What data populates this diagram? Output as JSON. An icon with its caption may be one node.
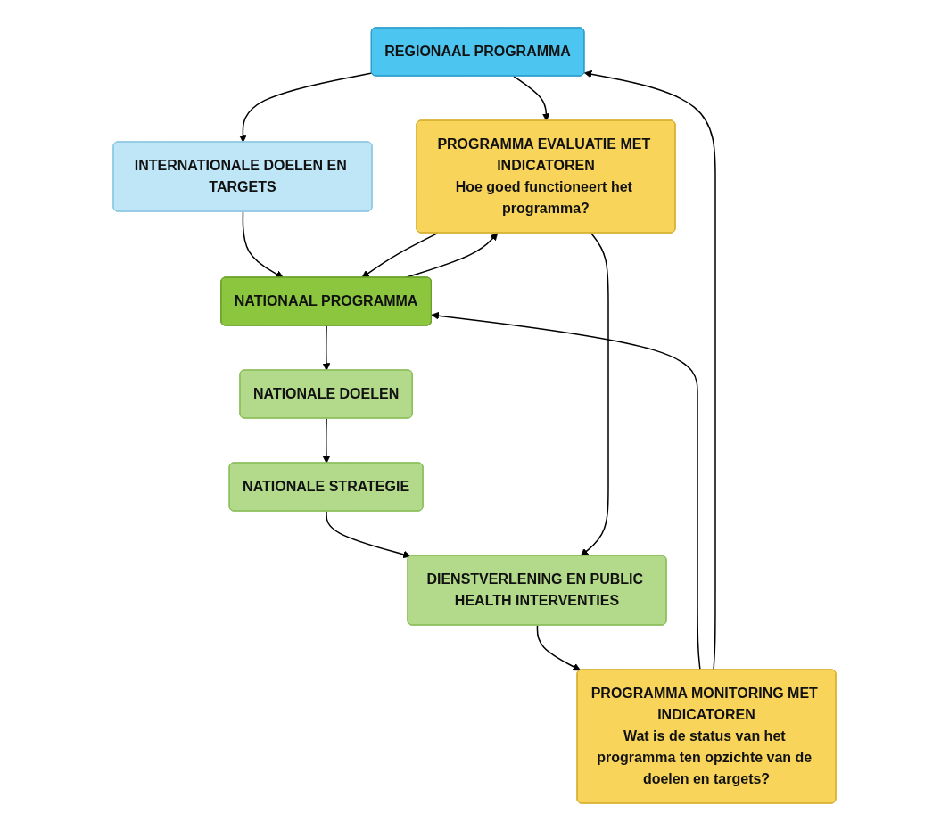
{
  "diagram": {
    "nodes": [
      {
        "text": [
          "REGIONAAL PROGRAMMA"
        ]
      },
      {
        "text": [
          "INTERNATIONALE DOELEN EN TARGETS"
        ]
      },
      {
        "text": [
          "PROGRAMMA EVALUATIE MET INDICATOREN",
          "Hoe goed functioneert het programma?"
        ]
      },
      {
        "text": [
          "NATIONAAL PROGRAMMA"
        ]
      },
      {
        "text": [
          "PROGRAMMA MONITORING MET INDICATOREN",
          "Wat is de status van het programma ten opzichte van de doelen en targets?"
        ]
      },
      {
        "text": [
          "NATIONALE DOELEN"
        ]
      },
      {
        "text": [
          "NATIONALE STRATEGIE"
        ]
      },
      {
        "text": [
          "DIENSTVERLENING EN PUBLIC HEALTH INTERVENTIES"
        ]
      }
    ],
    "edges": [
      {
        "from": 0,
        "to": 2,
        "arrow": "to"
      },
      {
        "from": 0,
        "to": 1,
        "arrow": "to"
      },
      {
        "from": 1,
        "to": 3,
        "arrow": "to"
      },
      {
        "from": 2,
        "to": 3,
        "arrow": "to"
      },
      {
        "from": 3,
        "to": 2,
        "arrow": "to"
      },
      {
        "from": 4,
        "to": 3,
        "arrow": "to"
      },
      {
        "from": 4,
        "to": 0,
        "arrow": "to"
      },
      {
        "from": 3,
        "to": 5,
        "arrow": "to"
      },
      {
        "from": 5,
        "to": 6,
        "arrow": "to"
      },
      {
        "from": 6,
        "to": 7,
        "arrow": "to"
      },
      {
        "from": 2,
        "to": 7,
        "arrow": "to"
      },
      {
        "from": 7,
        "to": 4,
        "arrow": "to"
      }
    ]
  }
}
